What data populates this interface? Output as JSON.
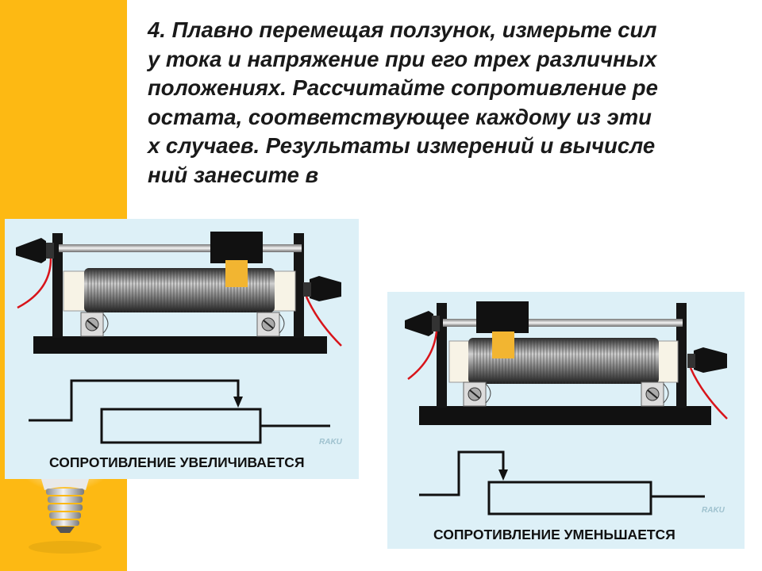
{
  "task": {
    "number": "4.",
    "lines": [
      "Плавно перемещая ползунок, измерьте сил",
      "у тока и напряжение при его трех различных",
      "положениях. Рассчитайте сопротивление ре",
      "остата, соответствующее каждому из эти",
      "х случаев. Результаты измерений и вычисле",
      "ний занесите в"
    ]
  },
  "panels": [
    {
      "caption": "СОПРОТИВЛЕНИЕ УВЕЛИЧИВАЕТСЯ",
      "watermark": "RAKU"
    },
    {
      "caption": "СОПРОТИВЛЕНИЕ УМЕНЬШАЕТСЯ",
      "watermark": "RAKU"
    }
  ],
  "colors": {
    "accent": "#FDB913",
    "panel_bg": "#DDF0F7",
    "slider": "#F2B531",
    "wire": "#D8141A"
  }
}
